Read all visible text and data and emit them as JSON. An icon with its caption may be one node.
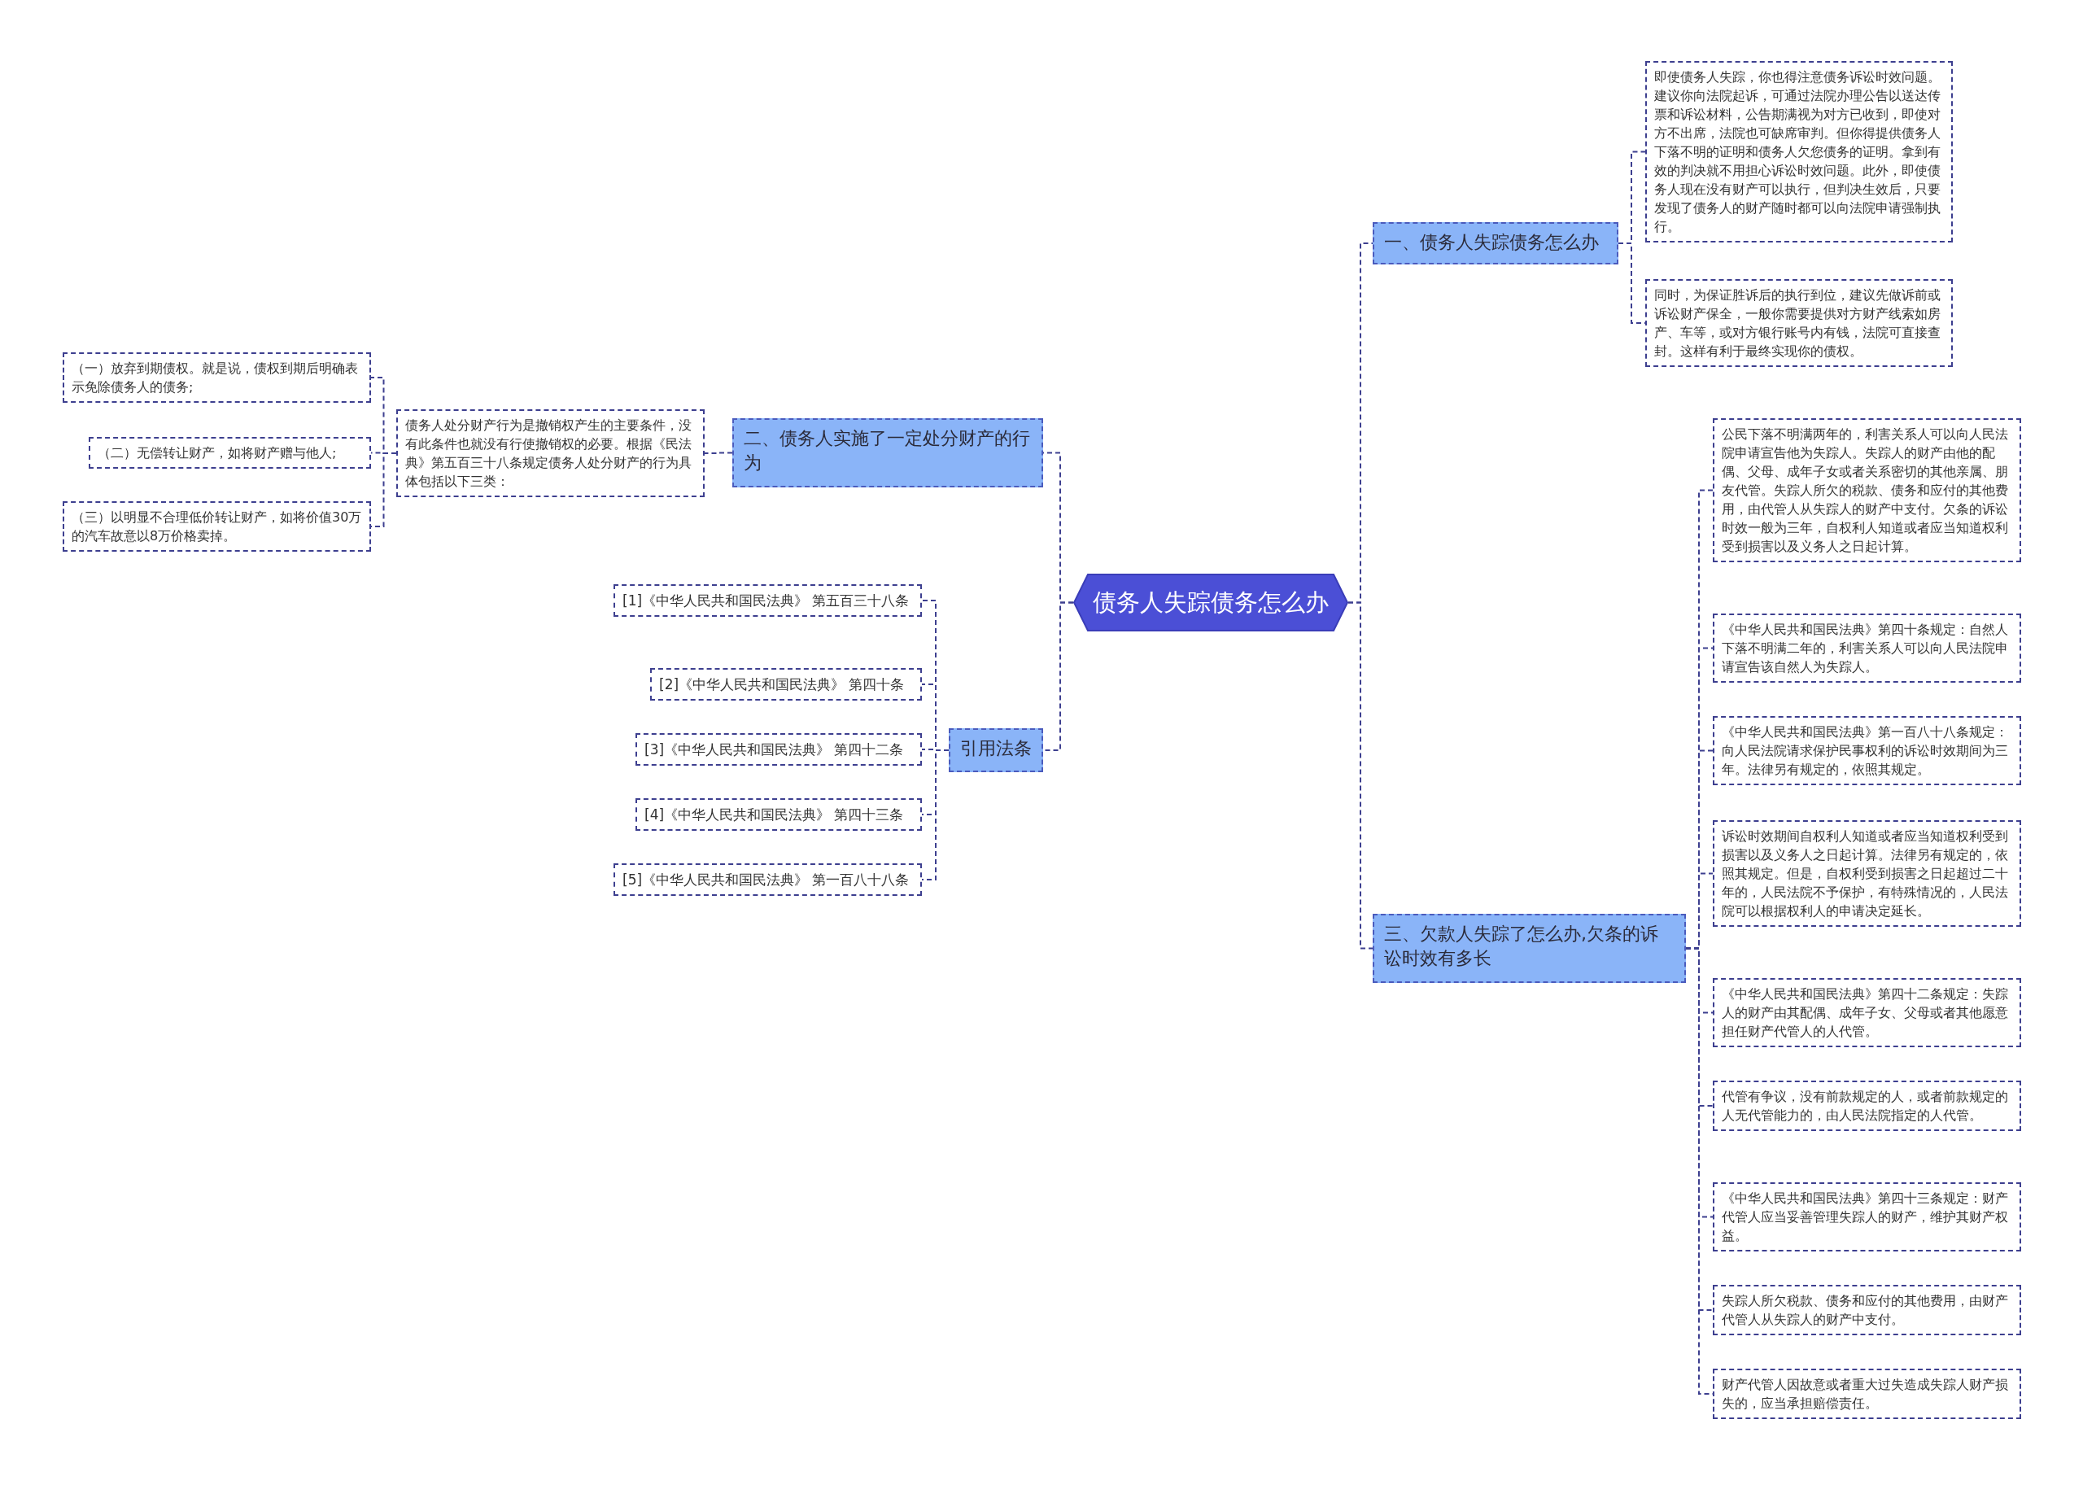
{
  "diagram": {
    "nodes": [
      {
        "text": [
          "债务人失踪债务怎么办"
        ]
      },
      {
        "text": [
          "一、债务人失踪债务怎么办"
        ]
      },
      {
        "text": [
          "即使债务人失踪，你也得注意债务诉讼时效问题。建议你向法院起诉，可通过法院办理公告以送达传票和诉讼材料，公告期满视为对方已收到，即使对方不出席，法院也可缺席审判。但你得提供债务人下落不明的证明和债务人欠您债务的证明。拿到有效的判决就不用担心诉讼时效问题。此外，即使债务人现在没有财产可以执行，但判决生效后，只要发现了债务人的财产随时都可以向法院申请强制执行。"
        ]
      },
      {
        "text": [
          "同时，为保证胜诉后的执行到位，建议先做诉前或诉讼财产保全，一般你需要提供对方财产线索如房产、车等，或对方银行账号内有钱，法院可直接查封。这样有利于最终实现你的债权。"
        ]
      },
      {
        "text": [
          "二、债务人实施了一定处分财产的行为"
        ]
      },
      {
        "text": [
          "债务人处分财产行为是撤销权产生的主要条件，没有此条件也就没有行使撤销权的必要。根据《民法典》第五百三十八条规定债务人处分财产的行为具体包括以下三类："
        ]
      },
      {
        "text": [
          "（一）放弃到期债权。就是说，债权到期后明确表示免除债务人的债务;"
        ]
      },
      {
        "text": [
          "（二）无偿转让财产，如将财产赠与他人;"
        ]
      },
      {
        "text": [
          "（三）以明显不合理低价转让财产，如将价值30万的汽车故意以8万价格卖掉。"
        ]
      },
      {
        "text": [
          "引用法条"
        ]
      },
      {
        "text": [
          "[1]《中华人民共和国民法典》 第五百三十八条"
        ]
      },
      {
        "text": [
          "[2]《中华人民共和国民法典》 第四十条"
        ]
      },
      {
        "text": [
          "[3]《中华人民共和国民法典》 第四十二条"
        ]
      },
      {
        "text": [
          "[4]《中华人民共和国民法典》 第四十三条"
        ]
      },
      {
        "text": [
          "[5]《中华人民共和国民法典》 第一百八十八条"
        ]
      },
      {
        "text": [
          "三、欠款人失踪了怎么办,欠条的诉讼时效有多长"
        ]
      },
      {
        "text": [
          "公民下落不明满两年的，利害关系人可以向人民法院申请宣告他为失踪人。失踪人的财产由他的配偶、父母、成年子女或者关系密切的其他亲属、朋友代管。失踪人所欠的税款、债务和应付的其他费用，由代管人从失踪人的财产中支付。欠条的诉讼时效一般为三年，自权利人知道或者应当知道权利受到损害以及义务人之日起计算。"
        ]
      },
      {
        "text": [
          "《中华人民共和国民法典》第四十条规定：自然人下落不明满二年的，利害关系人可以向人民法院申请宣告该自然人为失踪人。"
        ]
      },
      {
        "text": [
          "《中华人民共和国民法典》第一百八十八条规定：向人民法院请求保护民事权利的诉讼时效期间为三年。法律另有规定的，依照其规定。"
        ]
      },
      {
        "text": [
          "诉讼时效期间自权利人知道或者应当知道权利受到损害以及义务人之日起计算。法律另有规定的，依照其规定。但是，自权利受到损害之日起超过二十年的，人民法院不予保护，有特殊情况的，人民法院可以根据权利人的申请决定延长。"
        ]
      },
      {
        "text": [
          "《中华人民共和国民法典》第四十二条规定：失踪人的财产由其配偶、成年子女、父母或者其他愿意担任财产代管人的人代管。"
        ]
      },
      {
        "text": [
          "代管有争议，没有前款规定的人，或者前款规定的人无代管能力的，由人民法院指定的人代管。"
        ]
      },
      {
        "text": [
          "《中华人民共和国民法典》第四十三条规定：财产代管人应当妥善管理失踪人的财产，维护其财产权益。"
        ]
      },
      {
        "text": [
          "失踪人所欠税款、债务和应付的其他费用，由财产代管人从失踪人的财产中支付。"
        ]
      },
      {
        "text": [
          "财产代管人因故意或者重大过失造成失踪人财产损失的，应当承担赔偿责任。"
        ]
      }
    ],
    "edges": [
      {
        "from": 0,
        "to": 1,
        "arrow": "none"
      },
      {
        "from": 1,
        "to": 2,
        "arrow": "none"
      },
      {
        "from": 1,
        "to": 3,
        "arrow": "none"
      },
      {
        "from": 0,
        "to": 4,
        "arrow": "none"
      },
      {
        "from": 4,
        "to": 5,
        "arrow": "none"
      },
      {
        "from": 5,
        "to": 6,
        "arrow": "none"
      },
      {
        "from": 5,
        "to": 7,
        "arrow": "none"
      },
      {
        "from": 5,
        "to": 8,
        "arrow": "none"
      },
      {
        "from": 0,
        "to": 9,
        "arrow": "none"
      },
      {
        "from": 9,
        "to": 10,
        "arrow": "none"
      },
      {
        "from": 9,
        "to": 11,
        "arrow": "none"
      },
      {
        "from": 9,
        "to": 12,
        "arrow": "none"
      },
      {
        "from": 9,
        "to": 13,
        "arrow": "none"
      },
      {
        "from": 9,
        "to": 14,
        "arrow": "none"
      },
      {
        "from": 0,
        "to": 15,
        "arrow": "none"
      },
      {
        "from": 15,
        "to": 16,
        "arrow": "none"
      },
      {
        "from": 15,
        "to": 17,
        "arrow": "none"
      },
      {
        "from": 15,
        "to": 18,
        "arrow": "none"
      },
      {
        "from": 15,
        "to": 19,
        "arrow": "none"
      },
      {
        "from": 15,
        "to": 20,
        "arrow": "none"
      },
      {
        "from": 15,
        "to": 21,
        "arrow": "none"
      },
      {
        "from": 15,
        "to": 22,
        "arrow": "none"
      },
      {
        "from": 15,
        "to": 23,
        "arrow": "none"
      },
      {
        "from": 15,
        "to": 24,
        "arrow": "none"
      }
    ]
  }
}
